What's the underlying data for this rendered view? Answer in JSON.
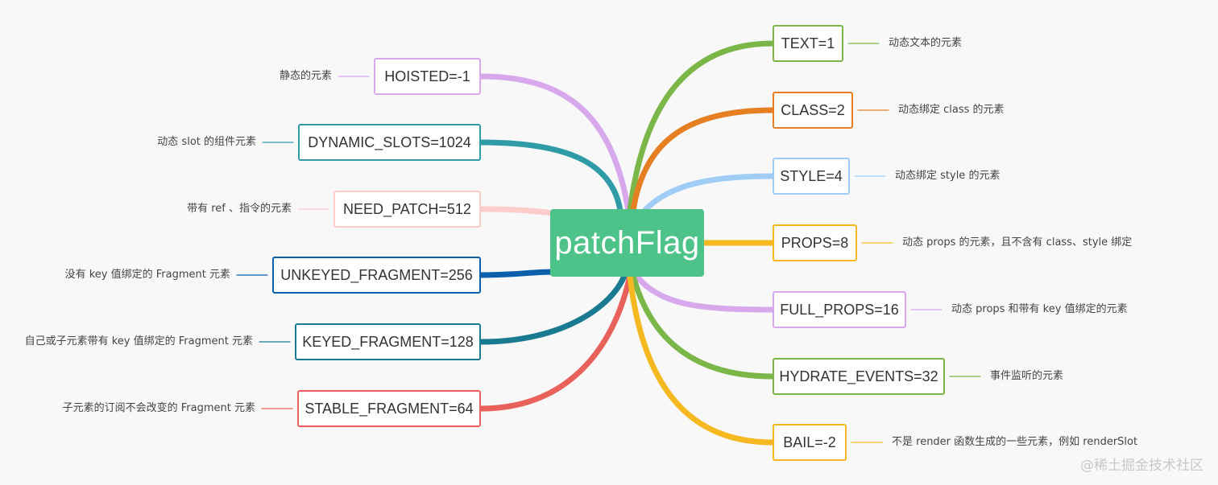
{
  "root": {
    "label": "patchFlag",
    "color": "#4dc38a"
  },
  "left_branches": [
    {
      "label": "HOISTED=-1",
      "desc": "静态的元素",
      "color": "#d7a8ec"
    },
    {
      "label": "DYNAMIC_SLOTS=1024",
      "desc": "动态 slot 的组件元素",
      "color": "#2f9ba6"
    },
    {
      "label": "NEED_PATCH=512",
      "desc": "带有 ref 、指令的元素",
      "color": "#ffcccc"
    },
    {
      "label": "UNKEYED_FRAGMENT=256",
      "desc": "没有 key 值绑定的 Fragment 元素",
      "color": "#0c5fab"
    },
    {
      "label": "KEYED_FRAGMENT=128",
      "desc": "自己或子元素带有 key 值绑定的 Fragment 元素",
      "color": "#1a7a92"
    },
    {
      "label": "STABLE_FRAGMENT=64",
      "desc": "子元素的订阅不会改变的 Fragment 元素",
      "color": "#e8615a"
    }
  ],
  "right_branches": [
    {
      "label": "TEXT=1",
      "desc": "动态文本的元素",
      "color": "#7ab648"
    },
    {
      "label": "CLASS=2",
      "desc": "动态绑定 class 的元素",
      "color": "#e67e22"
    },
    {
      "label": "STYLE=4",
      "desc": "动态绑定 style 的元素",
      "color": "#a0cdf5"
    },
    {
      "label": "PROPS=8",
      "desc": "动态 props 的元素，且不含有 class、style 绑定",
      "color": "#f5b820"
    },
    {
      "label": "FULL_PROPS=16",
      "desc": "动态 props 和带有 key 值绑定的元素",
      "color": "#d7a8ec"
    },
    {
      "label": "HYDRATE_EVENTS=32",
      "desc": "事件监听的元素",
      "color": "#7ab648"
    },
    {
      "label": "BAIL=-2",
      "desc": "不是 render 函数生成的一些元素，例如 renderSlot",
      "color": "#f5b820"
    }
  ],
  "watermark": "@稀土掘金技术社区"
}
